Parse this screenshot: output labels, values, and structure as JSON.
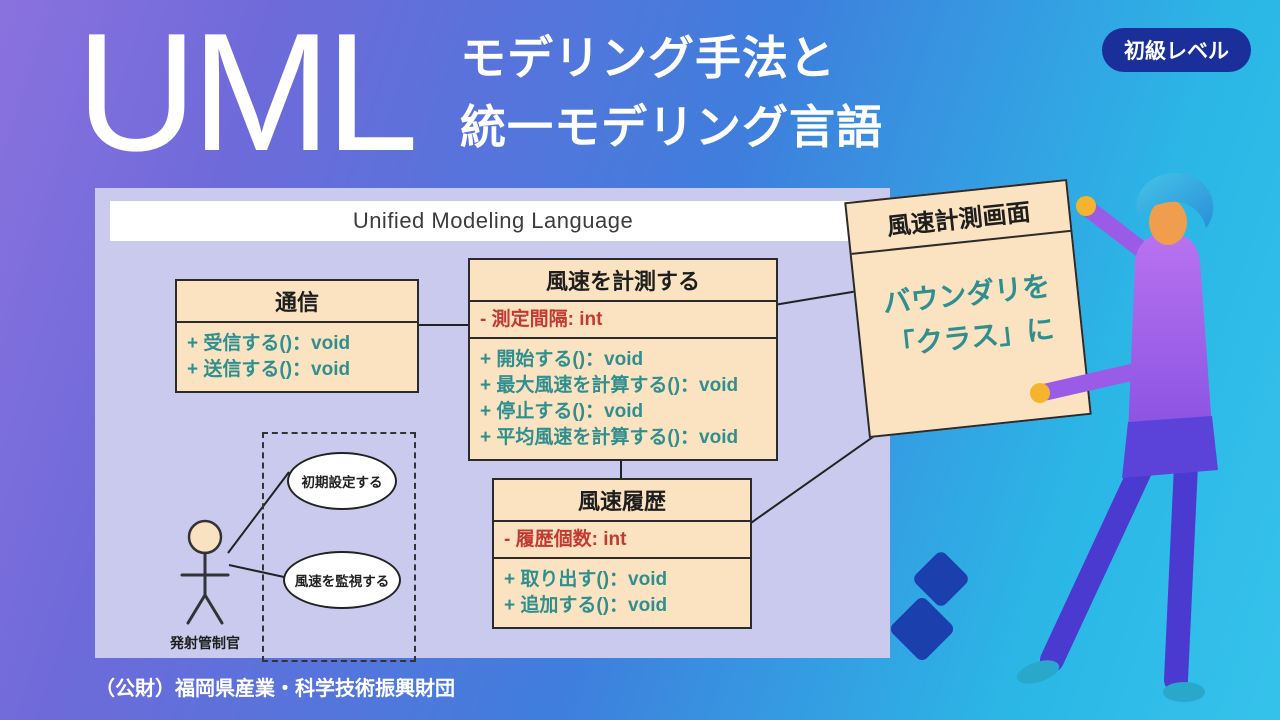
{
  "header": {
    "title": "UML",
    "subtitle": [
      "モデリング手法と",
      "統一モデリング言語"
    ],
    "badge": "初級レベル"
  },
  "panel": {
    "title": "Unified Modeling Language"
  },
  "diagram": {
    "classes": [
      {
        "name": "通信",
        "attributes": [],
        "methods": [
          "+ 受信する()：void",
          "+ 送信する()：void"
        ]
      },
      {
        "name": "風速を計測する",
        "attributes": [
          "- 測定間隔: int"
        ],
        "methods": [
          "+ 開始する()：void",
          "+ 最大風速を計算する()：void",
          "+ 停止する()：void",
          "+ 平均風速を計算する()：void"
        ]
      },
      {
        "name": "風速履歴",
        "attributes": [
          "- 履歴個数: int"
        ],
        "methods": [
          "+ 取り出す()：void",
          "+ 追加する()：void"
        ]
      }
    ],
    "usecases": [
      "初期設定する",
      "風速を監視する"
    ],
    "actor": "発射管制官"
  },
  "callout": {
    "title": "風速計測画面",
    "lines": [
      "バウンダリを",
      "「クラス」に"
    ]
  },
  "footer": {
    "credit": "（公財）福岡県産業・科学技術振興財団"
  },
  "colors": {
    "background_left": "#8a72de",
    "background_right": "#2bb7e6",
    "panel": "#c9caee",
    "class_fill": "#fbe3c2",
    "method_text": "#2f8f8f",
    "attribute_text": "#c23b32",
    "badge_bg": "#1b2f9b",
    "diamond": "#1c3fae"
  }
}
